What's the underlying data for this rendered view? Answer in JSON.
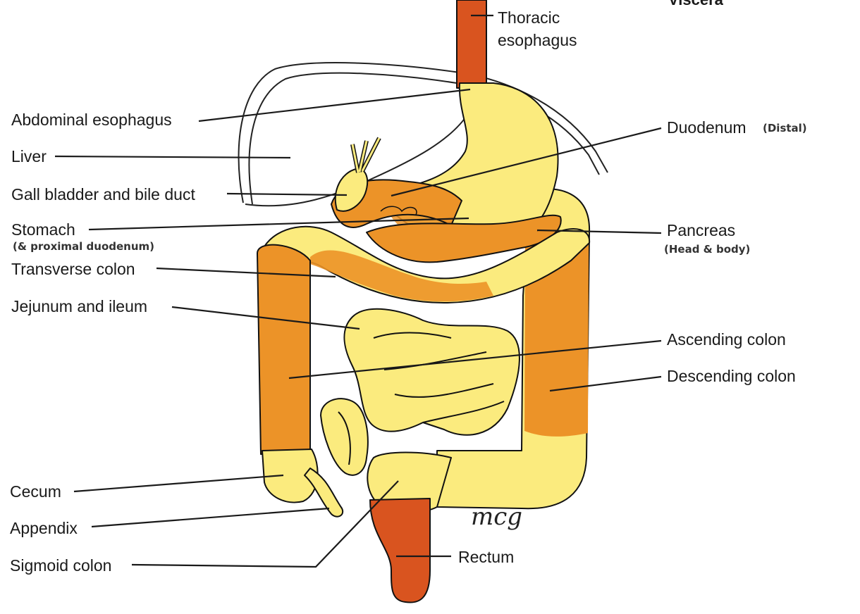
{
  "heading": "Viscera",
  "signature": "mcg",
  "colors": {
    "red": "#d9541f",
    "yellow": "#fbeb7e",
    "orange": "#ec9328"
  },
  "labels": {
    "thoracic_esophagus_1": "Thoracic",
    "thoracic_esophagus_2": "esophagus",
    "abdominal_esophagus": "Abdominal esophagus",
    "liver": "Liver",
    "gall_bladder": "Gall bladder and bile duct",
    "stomach": "Stomach",
    "stomach_note": "(& proximal duodenum)",
    "transverse_colon": "Transverse colon",
    "jejunum_ileum": "Jejunum and ileum",
    "cecum": "Cecum",
    "appendix": "Appendix",
    "sigmoid_colon": "Sigmoid colon",
    "duodenum": "Duodenum",
    "duodenum_note": "(Distal)",
    "pancreas": "Pancreas",
    "pancreas_note": "(Head & body)",
    "ascending_colon": "Ascending colon",
    "descending_colon": "Descending colon",
    "rectum": "Rectum"
  }
}
